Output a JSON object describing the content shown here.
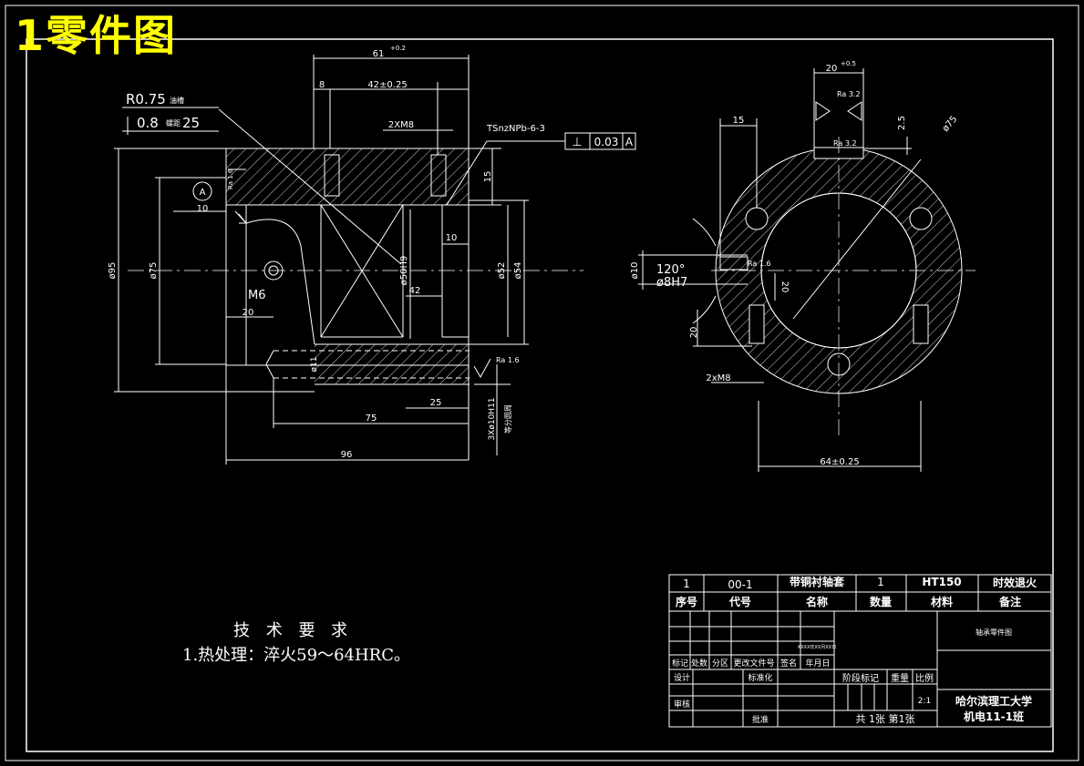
{
  "title": "1零件图",
  "tech_requirements": {
    "heading": "技 术 要 求",
    "items": [
      "1.热处理：淬火59～64HRC。"
    ]
  },
  "left_view": {
    "dims": {
      "top_width": "61",
      "top_width_tol": "+0.2",
      "hole_spacing": "42±0.25",
      "offset_8": "8",
      "holes": "2XM8",
      "depth_15": "15",
      "dim_10_a": "10",
      "dim_10_b": "10",
      "dia_95": "ø95",
      "dia_75": "ø75",
      "dia_50": "ø50H9",
      "dia_52": "ø52",
      "dia_54": "ø54",
      "len_42": "42",
      "len_20": "20",
      "len_25": "25",
      "len_75": "75",
      "len_96": "96",
      "thread_m6": "M6",
      "dia_11": "ø11",
      "holes_10": "3Xø10H11",
      "holes_10_note": "等分圆周",
      "groove_radius": "R0.75",
      "groove_radius_note": "油槽",
      "groove_depth": "0.8",
      "groove_depth_note": "螺距",
      "groove_pitch": "25",
      "datum": "A",
      "rough_16_a": "Ra 1.6",
      "rough_16_b": "Ra 1.6"
    },
    "tolerance": {
      "label": "TSnzNPb-6-3",
      "symbol": "⊥",
      "value": "0.03",
      "datum": "A"
    }
  },
  "right_view": {
    "dims": {
      "top_width": "20",
      "top_width_tol": "+0.5",
      "rough_32_a": "Ra 3.2",
      "rough_32_b": "Ra 3.2",
      "dim_15": "15",
      "dim_25": "2.5",
      "dia_75": "ø75",
      "angle": "120°",
      "dia_10": "ø10",
      "dia_8": "ø8H7",
      "rough_16": "Ra 1.6",
      "dim_20": "20",
      "dim_20_b": "20",
      "holes": "2xM8",
      "dim_64": "64±0.25"
    }
  },
  "title_block": {
    "row1": [
      "1",
      "00-1",
      "带铜衬轴套",
      "1",
      "HT150",
      "时效退火"
    ],
    "row2": [
      "序号",
      "代号",
      "名称",
      "数量",
      "材料",
      "备注"
    ],
    "small_note": "XXXX年XX月XX日",
    "drawing_name": "轴承零件图",
    "sign_row": [
      "标记",
      "处数",
      "分区",
      "更改文件号",
      "签名",
      "年月日"
    ],
    "design": "设计",
    "standard": "标准化",
    "stage": "阶段标记",
    "weight": "重量",
    "scale": "比例",
    "scale_value": "2:1",
    "review": "审核",
    "approve": "批准",
    "sheets": "共 1张 第1张",
    "school": "哈尔滨理工大学",
    "class_name": "机电11-1班"
  },
  "colors": {
    "background": "#000000",
    "line": "#ffffff",
    "title": "#ffff00"
  }
}
